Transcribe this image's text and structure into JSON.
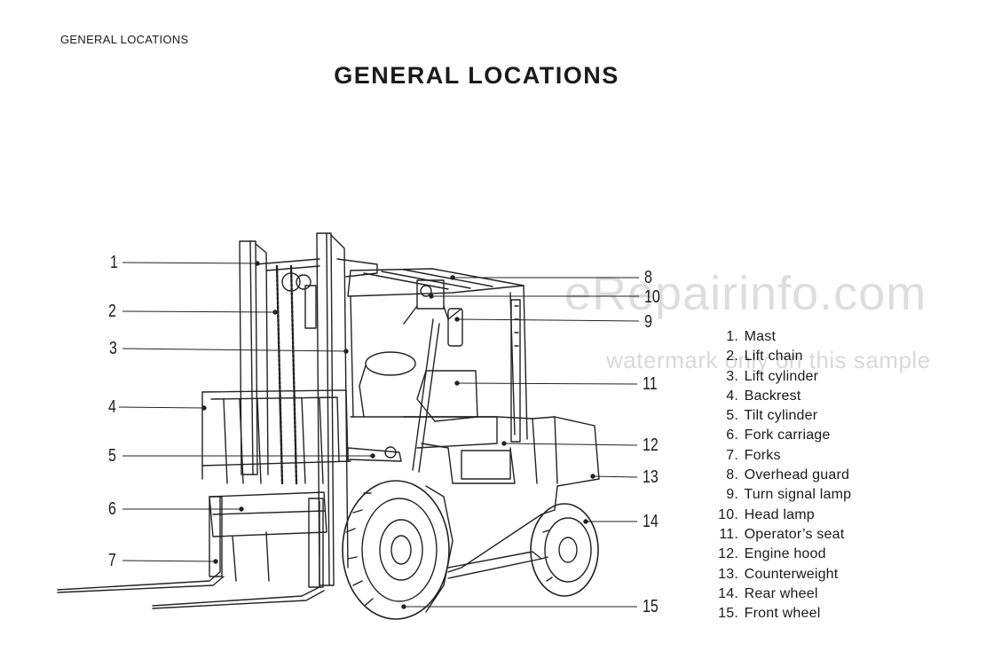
{
  "page": {
    "running_header": "GENERAL LOCATIONS",
    "title": "GENERAL LOCATIONS"
  },
  "callouts": [
    "1",
    "2",
    "3",
    "4",
    "5",
    "6",
    "7",
    "8",
    "10",
    "9",
    "11",
    "12",
    "13",
    "14",
    "15"
  ],
  "legend": [
    {
      "num": "1.",
      "label": "Mast"
    },
    {
      "num": "2.",
      "label": "Lift chain"
    },
    {
      "num": "3.",
      "label": "Lift cylinder"
    },
    {
      "num": "4.",
      "label": "Backrest"
    },
    {
      "num": "5.",
      "label": "Tilt cylinder"
    },
    {
      "num": "6.",
      "label": "Fork carriage"
    },
    {
      "num": "7.",
      "label": "Forks"
    },
    {
      "num": "8.",
      "label": "Overhead guard"
    },
    {
      "num": "9.",
      "label": "Turn signal lamp"
    },
    {
      "num": "10.",
      "label": "Head lamp"
    },
    {
      "num": "11.",
      "label": "Operator’s seat"
    },
    {
      "num": "12.",
      "label": "Engine hood"
    },
    {
      "num": "13.",
      "label": "Counterweight"
    },
    {
      "num": "14.",
      "label": "Rear wheel"
    },
    {
      "num": "15.",
      "label": "Front wheel"
    }
  ],
  "watermark": {
    "main": "eRepairinfo.com",
    "sub": "watermark only on this sample"
  }
}
